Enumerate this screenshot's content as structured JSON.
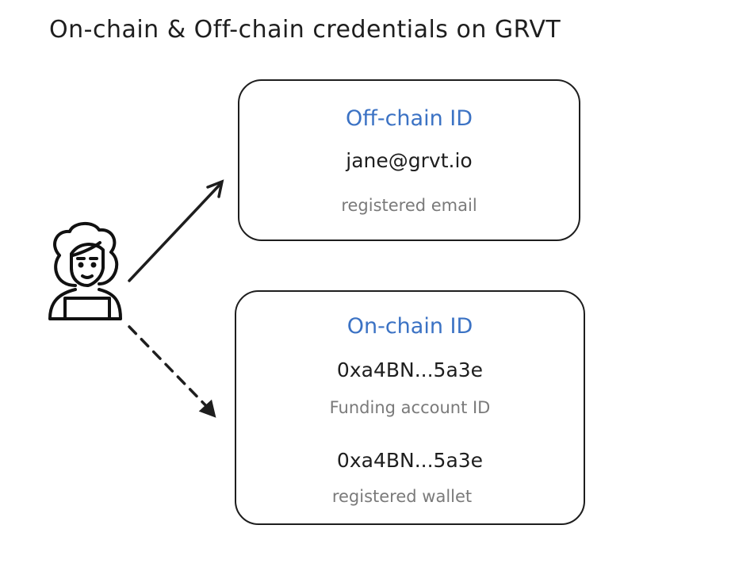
{
  "title": "On-chain & Off-chain credentials on GRVT",
  "offchain": {
    "heading": "Off-chain ID",
    "value": "jane@grvt.io",
    "label": "registered email"
  },
  "onchain": {
    "heading": "On-chain ID",
    "funding_value": "0xa4BN...5a3e",
    "funding_label": "Funding account ID",
    "wallet_value": "0xa4BN...5a3e",
    "wallet_label": "registered wallet"
  },
  "colors": {
    "heading": "#3b72c4",
    "stroke": "#1e1e1e",
    "label": "#7a7a7a"
  }
}
